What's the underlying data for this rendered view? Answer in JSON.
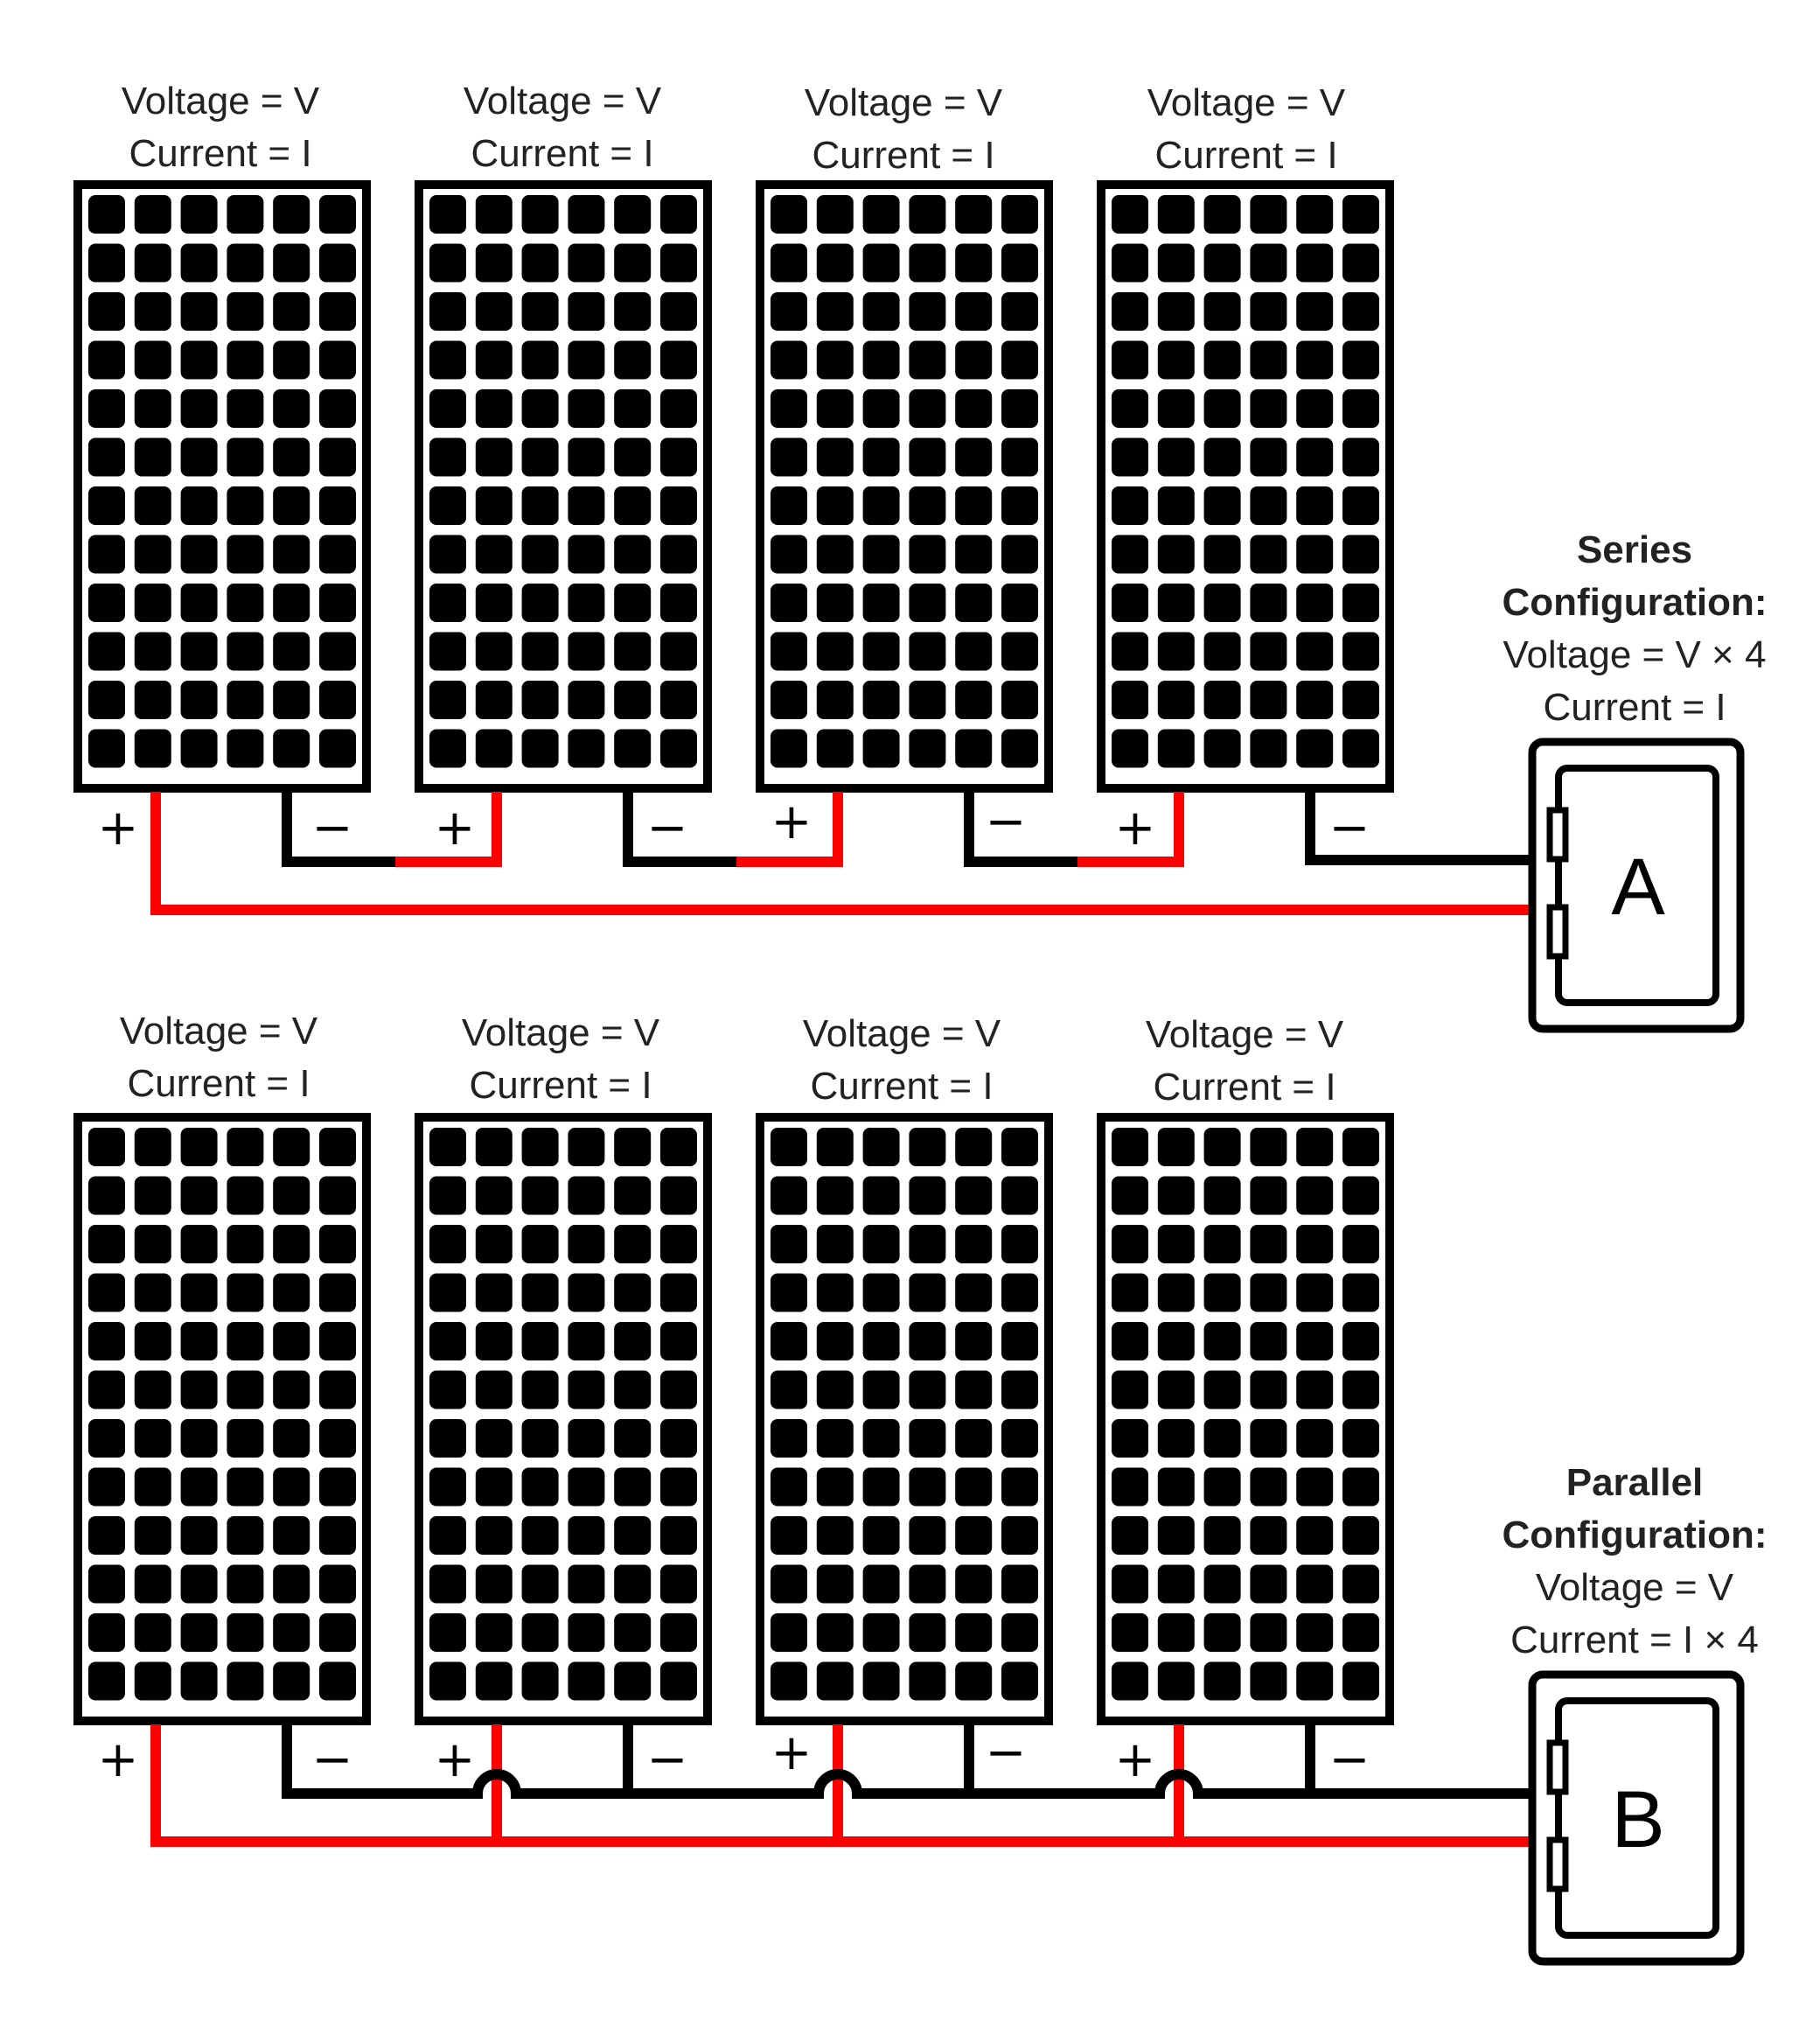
{
  "colors": {
    "positive_wire": "#ff0000",
    "negative_wire": "#000000",
    "panel_frame": "#000000",
    "panel_cell": "#000000",
    "background": "#ffffff"
  },
  "panel_grid": {
    "columns": 6,
    "rows": 12
  },
  "series": {
    "panels": [
      {
        "voltage": "Voltage = V",
        "current": "Current = I"
      },
      {
        "voltage": "Voltage = V",
        "current": "Current = I"
      },
      {
        "voltage": "Voltage = V",
        "current": "Current = I"
      },
      {
        "voltage": "Voltage = V",
        "current": "Current = I"
      }
    ],
    "plus": "+",
    "minus": "−",
    "title_line1": "Series",
    "title_line2": "Configuration:",
    "voltage": "Voltage = V × 4",
    "current": "Current  = I",
    "box_letter": "A"
  },
  "parallel": {
    "panels": [
      {
        "voltage": "Voltage = V",
        "current": "Current = I"
      },
      {
        "voltage": "Voltage = V",
        "current": "Current = I"
      },
      {
        "voltage": "Voltage = V",
        "current": "Current = I"
      },
      {
        "voltage": "Voltage = V",
        "current": "Current = I"
      }
    ],
    "plus": "+",
    "minus": "−",
    "title_line1": "Parallel",
    "title_line2": "Configuration:",
    "voltage": "Voltage = V",
    "current": "Current  = I × 4",
    "box_letter": "B"
  }
}
